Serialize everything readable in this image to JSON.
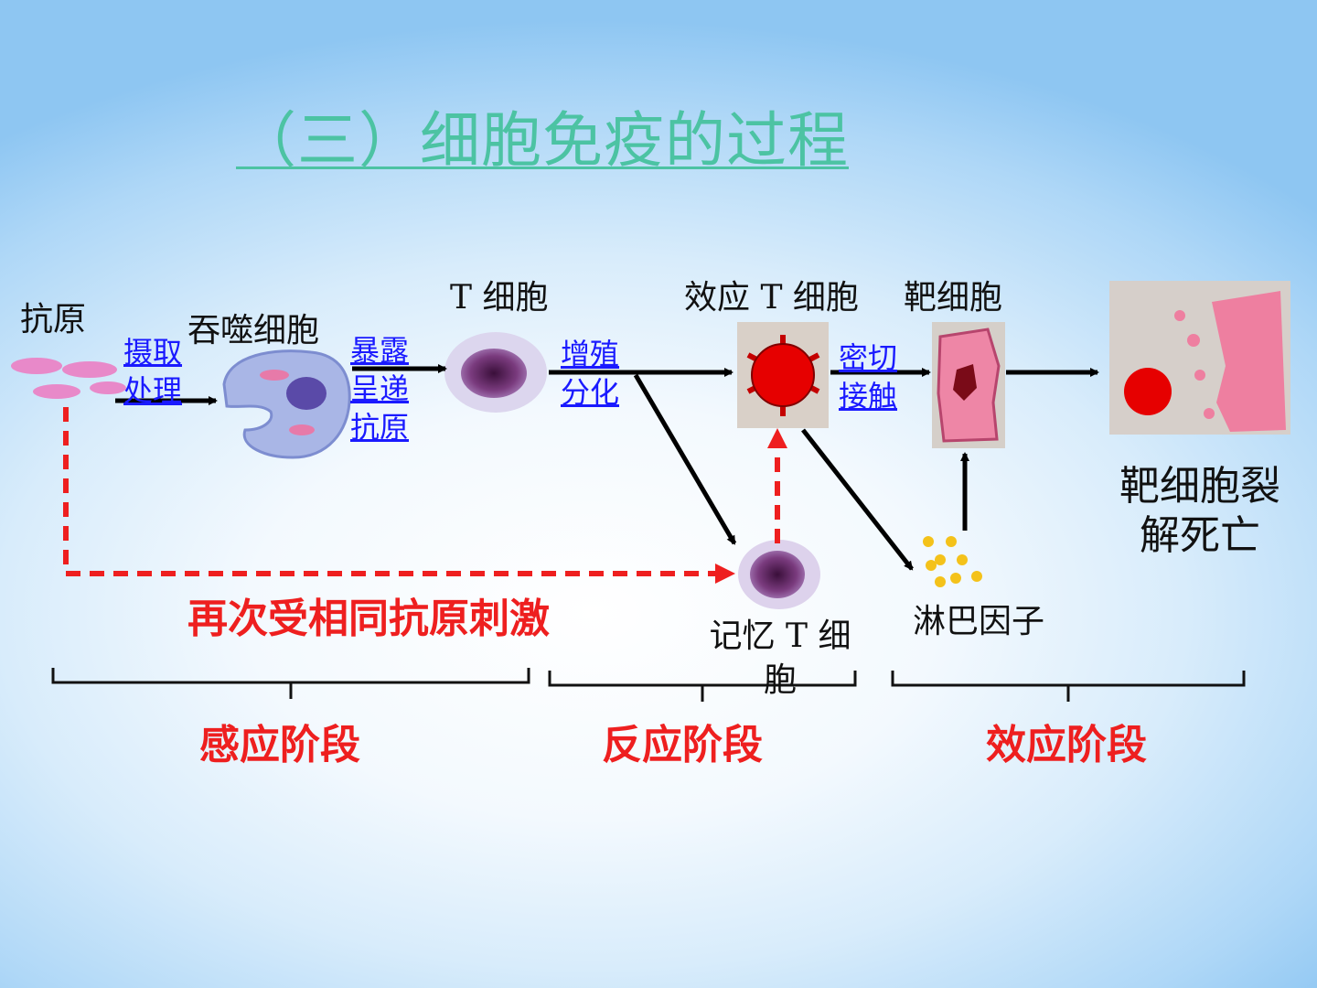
{
  "title": "（三）细胞免疫的过程",
  "labels": {
    "antigen": "抗原",
    "phagocyte": "吞噬细胞",
    "t_cell": "T 细胞",
    "effector_t_cell": "效应 T 细胞",
    "target_cell": "靶细胞",
    "target_lysis": "靶细胞裂解死亡",
    "lymphokine": "淋巴因子",
    "memory_t_cell": "记忆 T 细胞"
  },
  "steps": {
    "uptake": "摄取处理",
    "present": "暴露呈递抗原",
    "proliferate": "增殖分化",
    "contact": "密切接触"
  },
  "restimulation": "再次受相同抗原刺激",
  "stages": {
    "induction": "感应阶段",
    "reaction": "反应阶段",
    "effect": "效应阶段"
  },
  "colors": {
    "title": "#4cc3a3",
    "step_text": "#1a1aff",
    "stage_text": "#ee1f1f",
    "dashed_arrow": "#ee1f1f",
    "arrow": "#000000"
  }
}
